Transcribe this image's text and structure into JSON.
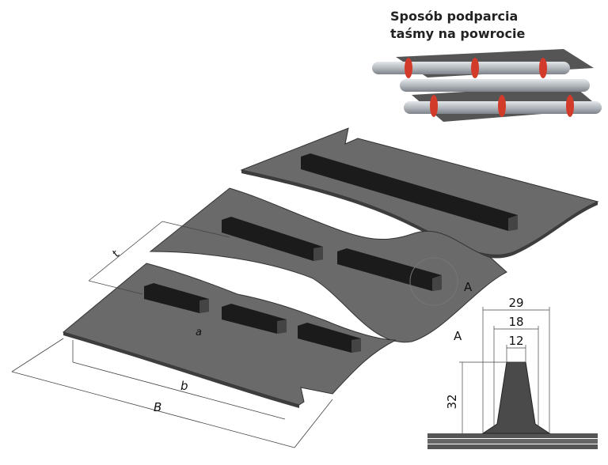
{
  "inset": {
    "title_line1": "Sposób podparcia",
    "title_line2": "taśmy na powrocie"
  },
  "labels": {
    "t": "t",
    "a": "a",
    "b": "b",
    "B": "B",
    "detail_ref": "A",
    "detail_title": "A"
  },
  "profile": {
    "width_base": "29",
    "width_mid": "18",
    "width_top": "12",
    "height": "32"
  },
  "colors": {
    "belt": "#6a6a6a",
    "belt_dark": "#4e4e4e",
    "cleat": "#1b1b1b",
    "roller": "#b8bec3",
    "roller_ring": "#d23a2a"
  }
}
